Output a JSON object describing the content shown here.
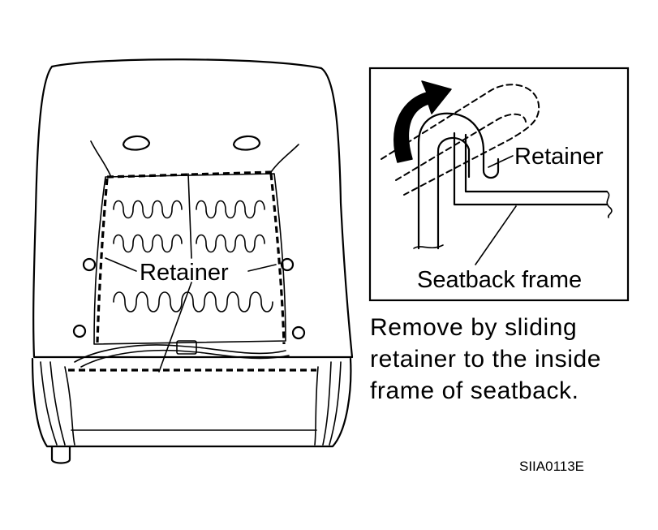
{
  "labels": {
    "retainer_seat": "Retainer",
    "retainer_detail": "Retainer",
    "seatback_frame": "Seatback frame"
  },
  "instruction": [
    "Remove by sliding",
    "retainer to the inside",
    "frame of seatback."
  ],
  "figure_code": "SIIA0113E",
  "colors": {
    "ink": "#000000",
    "paper": "#ffffff"
  }
}
